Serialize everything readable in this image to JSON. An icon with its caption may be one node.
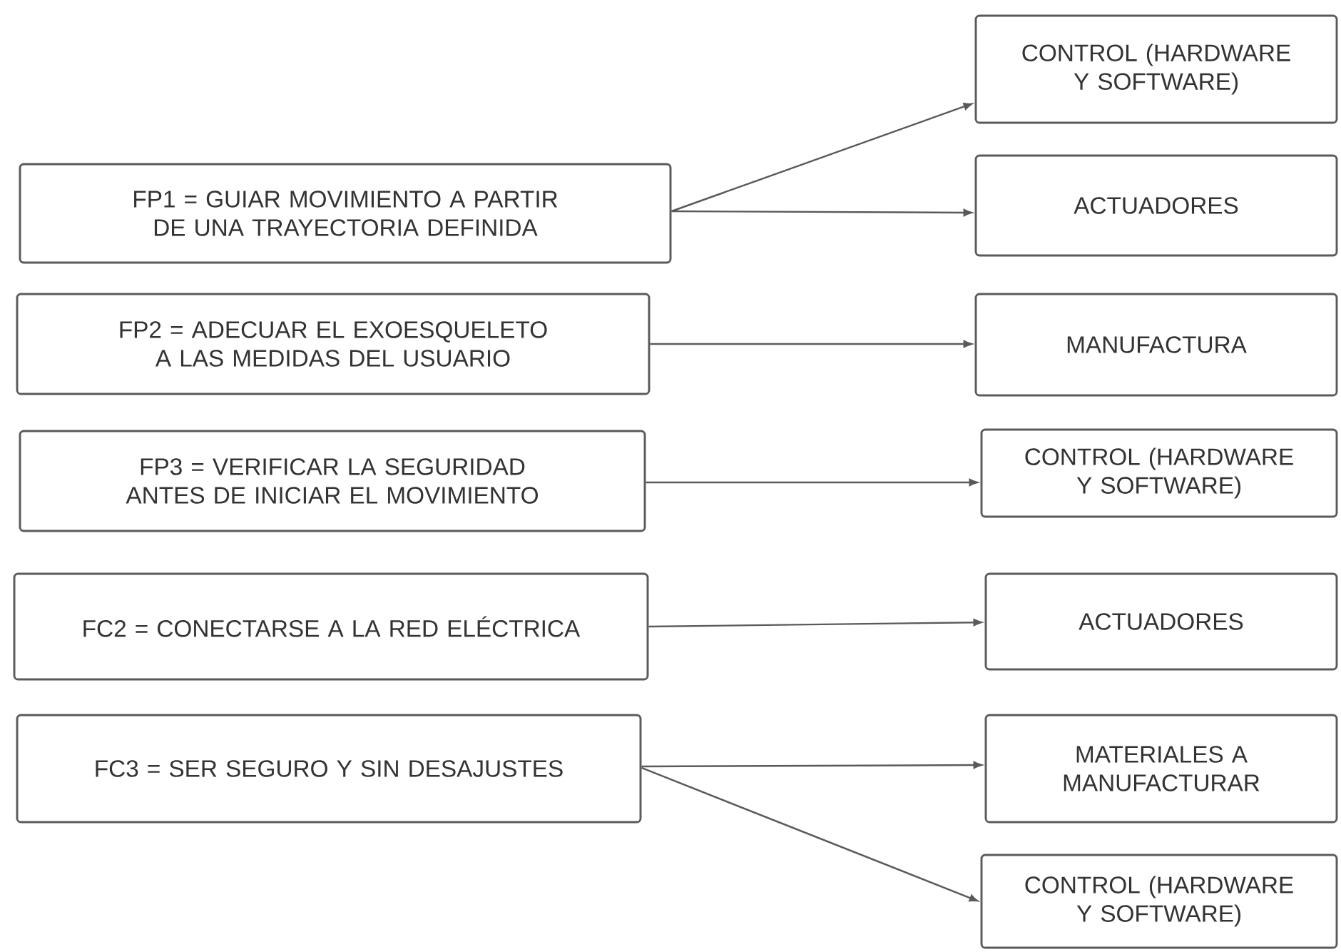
{
  "diagram": {
    "nodes": [
      {
        "text": [
          "FP1 = GUIAR MOVIMIENTO A PARTIR DE UNA TRAYECTORIA DEFINIDA"
        ]
      },
      {
        "text": [
          "FP2 = ADECUAR EL EXOESQUELETO A LAS MEDIDAS DEL USUARIO"
        ]
      },
      {
        "text": [
          "FP3 = VERIFICAR LA SEGURIDAD ANTES DE INICIAR EL MOVIMIENTO"
        ]
      },
      {
        "text": [
          "FC2 = CONECTARSE A LA RED ELÉCTRICA"
        ]
      },
      {
        "text": [
          "FC3 = SER SEGURO Y SIN DESAJUSTES"
        ]
      },
      {
        "text": [
          "CONTROL (HARDWARE Y SOFTWARE)"
        ]
      },
      {
        "text": [
          "ACTUADORES"
        ]
      },
      {
        "text": [
          "MANUFACTURA"
        ]
      },
      {
        "text": [
          "CONTROL (HARDWARE Y SOFTWARE)"
        ]
      },
      {
        "text": [
          "ACTUADORES"
        ]
      },
      {
        "text": [
          "MATERIALES A MANUFACTURAR"
        ]
      },
      {
        "text": [
          "CONTROL (HARDWARE Y SOFTWARE)"
        ]
      }
    ],
    "edges": [
      {
        "from": 0,
        "to": 5,
        "arrow": "to"
      },
      {
        "from": 0,
        "to": 6,
        "arrow": "to"
      },
      {
        "from": 1,
        "to": 7,
        "arrow": "to"
      },
      {
        "from": 2,
        "to": 8,
        "arrow": "to"
      },
      {
        "from": 3,
        "to": 9,
        "arrow": "to"
      },
      {
        "from": 4,
        "to": 10,
        "arrow": "to"
      },
      {
        "from": 4,
        "to": 11,
        "arrow": "to"
      }
    ]
  }
}
